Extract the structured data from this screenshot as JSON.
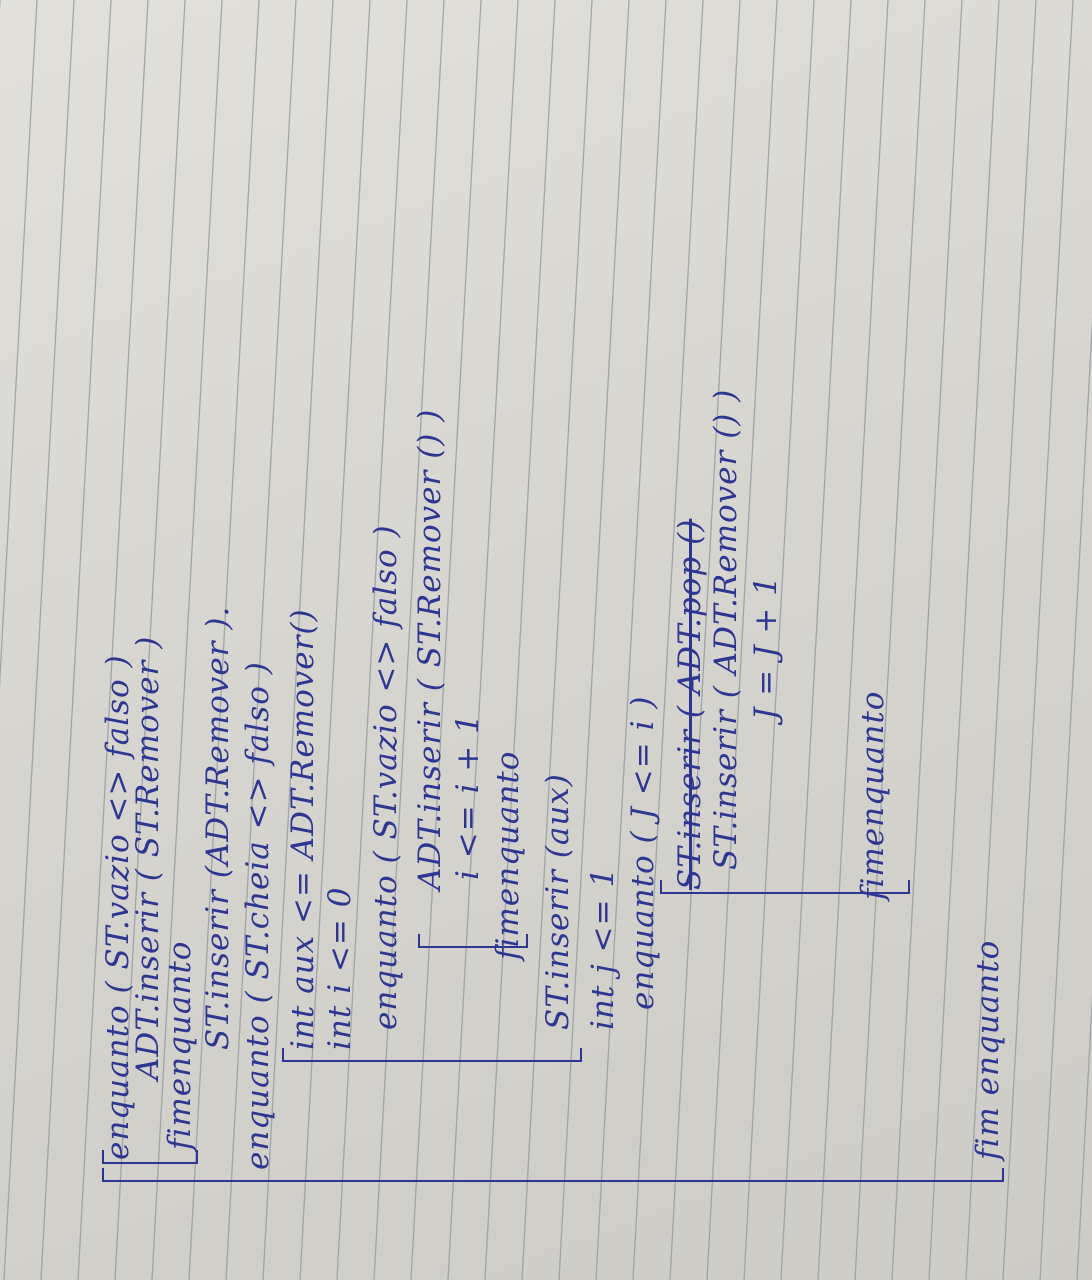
{
  "notebook": {
    "lines": [
      "enquanto ( ST.vazio <> falso )",
      "ADT.inserir ( ST.Remover )",
      "fimenquanto",
      "ST.inserir (ADT.Remover ).",
      "enquanto ( ST.cheia <> falso )",
      "int aux <= ADT.Remover()",
      "int i <= 0",
      "enquanto ( ST.vazio <> falso )",
      "ADT.inserir ( ST.Remover () )",
      "i <= i + 1",
      "fimenquanto",
      "ST.inserir (aux)",
      "int j <= 1",
      "enquanto ( J <= i )",
      "ST.inserir ( ADT.pop ()",
      "ST.inserir ( ADT.Remover () )",
      "J = J + 1",
      "fimenquanto",
      "fim enquanto"
    ]
  }
}
